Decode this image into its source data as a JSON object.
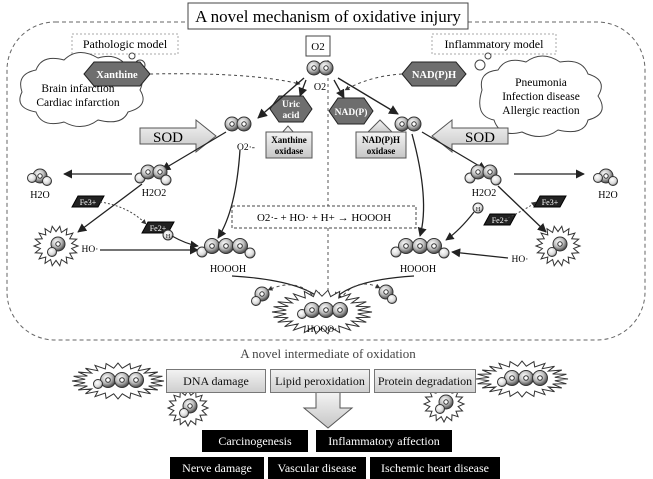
{
  "title": "A novel mechanism of oxidative injury",
  "models": {
    "pathologic": "Pathologic model",
    "inflammatory": "Inflammatory model"
  },
  "clouds": {
    "left": [
      "Brain infarction",
      "Cardiac infarction"
    ],
    "right": [
      "Pneumonia",
      "Infection disease",
      "Allergic reaction"
    ]
  },
  "o2_box": "O2",
  "o2_label": "O2",
  "enzymes": {
    "xanthine": "Xanthine",
    "nadph_top": "NAD(P)H",
    "uric_acid": [
      "Uric",
      "acid"
    ],
    "nadp": "NAD(P)",
    "xanthine_oxidase": [
      "Xanthine",
      "oxidase"
    ],
    "nadph_oxidase": [
      "NAD(P)H",
      "oxidase"
    ],
    "sod": "SOD"
  },
  "species": {
    "superoxide": "O2·-",
    "h2o2": "H2O2",
    "h2o": "H2O",
    "fe3": "Fe3+",
    "fe2": "Fe2+",
    "h": "H",
    "hydroxyl": "HO·",
    "hoooh": "HOOOH",
    "hooo": "HOOO·"
  },
  "reaction": "O2·- + HO· + H+ → HOOOH",
  "intermediate_caption": "A novel intermediate of oxidation",
  "damage": [
    "DNA damage",
    "Lipid peroxidation",
    "Protein degradation"
  ],
  "outcomes_row1": [
    "Carcinogenesis",
    "Inflammatory affection"
  ],
  "outcomes_row2": [
    "Nerve damage",
    "Vascular disease",
    "Ischemic heart disease"
  ]
}
